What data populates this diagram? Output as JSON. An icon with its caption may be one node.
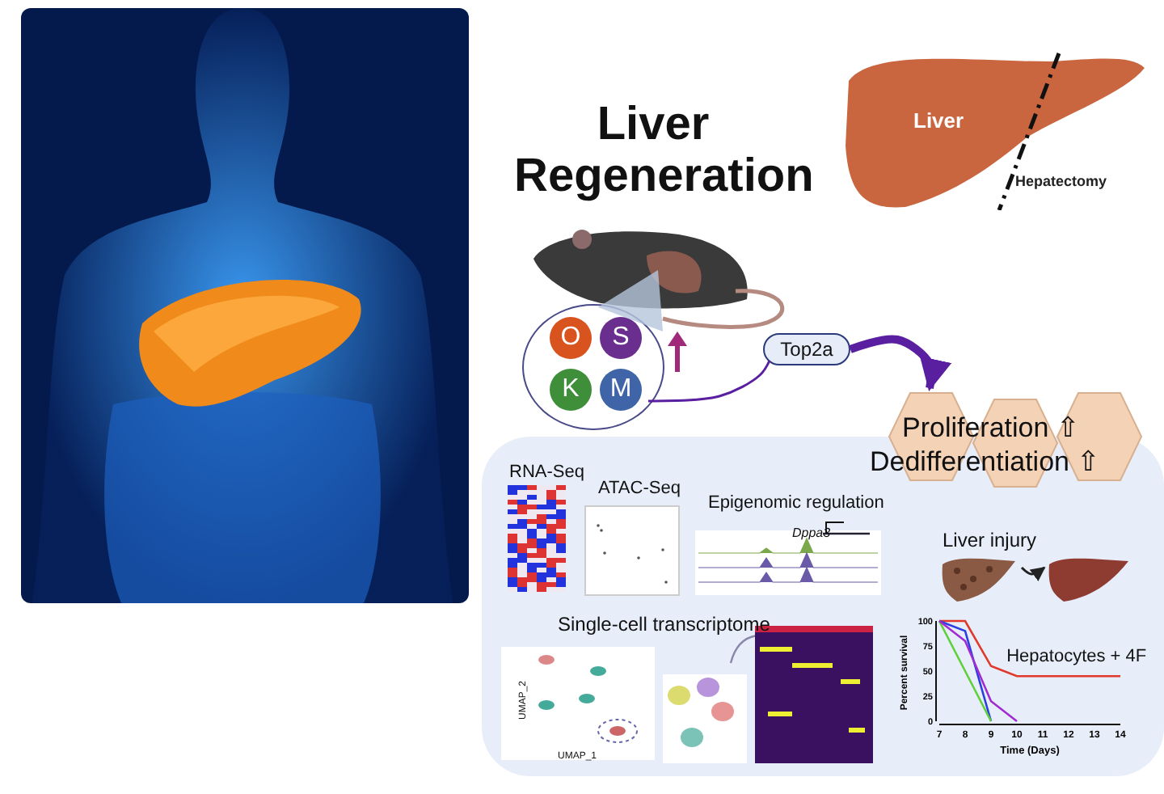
{
  "diagram": {
    "title": "Liver Regeneration",
    "nodes": [
      {
        "text": [
          "Liver"
        ],
        "beside": [
          "Hepatectomy"
        ]
      },
      {
        "text": [],
        "shape": "circle"
      },
      {
        "text": [
          "O"
        ],
        "in": 1
      },
      {
        "text": [
          "S"
        ],
        "in": 1
      },
      {
        "text": [
          "K"
        ],
        "in": 1
      },
      {
        "text": [
          "M"
        ],
        "in": 1
      },
      {
        "text": [
          "Top2a"
        ]
      },
      {
        "text": [
          "Proliferation ⇧",
          "Dedifferentiation ⇧"
        ]
      },
      {
        "text": [],
        "shape": "picture"
      },
      {
        "text": [],
        "shape": "picture"
      }
    ],
    "edges": [
      {
        "from": 1,
        "to": 6,
        "arrow": "none"
      },
      {
        "from": 6,
        "to": 7,
        "arrow": "to",
        "style": "thick"
      },
      {
        "from": 8,
        "to": 9,
        "arrow": "to",
        "color": "#222222"
      }
    ],
    "labels": [
      "RNA-Seq",
      "ATAC-Seq",
      "Epigenomic regulation",
      "Dppa3",
      "Single-cell transcriptome",
      "UMAP_2",
      "UMAP_1",
      "Liver injury"
    ],
    "chart_data": {
      "type": "line",
      "xlabel": "Time (Days)",
      "ylabel": "Percent survival",
      "x": [
        7,
        8,
        9,
        10,
        11,
        12,
        13,
        14
      ],
      "series": [
        {
          "name": "Hepatocytes + 4F",
          "color": "#e0392b",
          "values": [
            100,
            100,
            55,
            45,
            45,
            45,
            45,
            45
          ]
        },
        {
          "color": "#2b3fe0",
          "values": [
            100,
            90,
            0,
            null,
            null,
            null,
            null,
            null
          ]
        },
        {
          "color": "#5fcf3a",
          "values": [
            100,
            50,
            0,
            null,
            null,
            null,
            null,
            null
          ]
        },
        {
          "color": "#a02bd0",
          "values": [
            100,
            80,
            20,
            0,
            null,
            null,
            null,
            null
          ]
        }
      ],
      "xlim": [
        7,
        14
      ],
      "ylim": [
        0,
        100
      ],
      "xticks": [
        7,
        8,
        9,
        10,
        11,
        12,
        13,
        14
      ],
      "yticks": [
        0,
        25,
        50,
        75,
        100
      ]
    }
  }
}
